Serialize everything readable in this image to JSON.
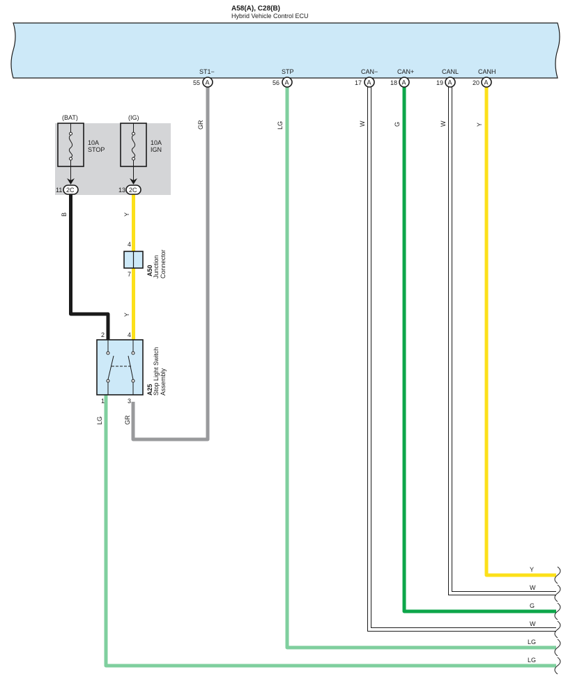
{
  "ecu": {
    "header": "A58(A), C28(B)",
    "name": "Hybrid Vehicle Control ECU",
    "body_color": "#cde9f8",
    "pins": [
      {
        "signal": "ST1−",
        "pin": "55",
        "connector": "A"
      },
      {
        "signal": "STP",
        "pin": "56",
        "connector": "A"
      },
      {
        "signal": "CAN−",
        "pin": "17",
        "connector": "A"
      },
      {
        "signal": "CAN+",
        "pin": "18",
        "connector": "A"
      },
      {
        "signal": "CANL",
        "pin": "19",
        "connector": "A"
      },
      {
        "signal": "CANH",
        "pin": "20",
        "connector": "A"
      }
    ]
  },
  "fuse_box": {
    "background_color": "#d4d5d7",
    "fuses": [
      {
        "group": "(BAT)",
        "rating": "10A",
        "name": "STOP",
        "pin": "11",
        "connector": "2C"
      },
      {
        "group": "(IG)",
        "rating": "10A",
        "name": "IGN",
        "pin": "13",
        "connector": "2C"
      }
    ]
  },
  "junction_connector": {
    "id": "A50",
    "name": "Junction Connector",
    "pin_top": "4",
    "pin_bottom": "7"
  },
  "stop_light_switch": {
    "id": "A25",
    "name": "Stop Light Switch Assembly",
    "pins": {
      "top_left": "2",
      "top_right": "4",
      "bottom_left": "1",
      "bottom_right": "3"
    }
  },
  "wire_colors": {
    "GR": "#999a9c",
    "LG": "#7fcf9e",
    "W": "#ffffff",
    "G": "#0da64a",
    "Y": "#fce01a",
    "B": "#1a1a1a"
  },
  "wire_labels": {
    "st1": "GR",
    "stp": "LG",
    "can_minus": "W",
    "can_plus": "G",
    "canl": "W",
    "canh": "Y",
    "bat_feed": "B",
    "ig_feed_upper": "Y",
    "ig_feed_lower": "Y",
    "switch_out_1": "LG",
    "switch_out_3": "GR"
  },
  "exit_labels": [
    "Y",
    "W",
    "G",
    "W",
    "LG",
    "LG"
  ]
}
